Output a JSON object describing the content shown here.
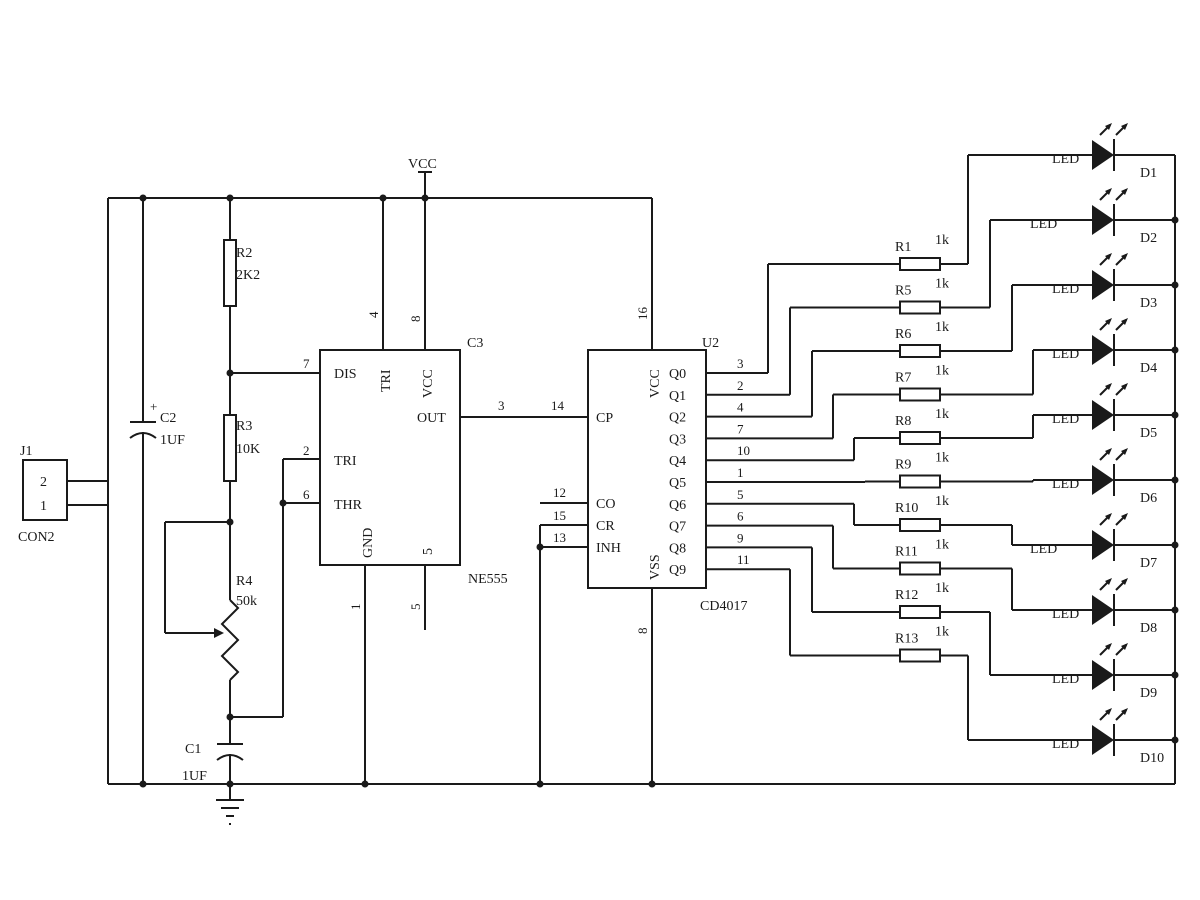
{
  "power": {
    "vcc": "VCC"
  },
  "j1": {
    "ref": "J1",
    "name": "CON2",
    "pins": [
      "2",
      "1"
    ]
  },
  "c2": {
    "ref": "C2",
    "value": "1UF",
    "polarity": "+"
  },
  "c1": {
    "ref": "C1",
    "value": "1UF"
  },
  "r2": {
    "ref": "R2",
    "value": "2K2"
  },
  "r3": {
    "ref": "R3",
    "value": "10K"
  },
  "r4": {
    "ref": "R4",
    "value": "50k"
  },
  "ne555": {
    "ref": "C3",
    "name": "NE555",
    "pins": {
      "dis": {
        "label": "DIS",
        "num": "7"
      },
      "tri_left": {
        "label": "TRI",
        "num": "2"
      },
      "thr": {
        "label": "THR",
        "num": "6"
      },
      "tri_top": {
        "label": "TRI",
        "num": "4"
      },
      "vcc": {
        "label": "VCC",
        "num": "8"
      },
      "out": {
        "label": "OUT",
        "num": "3"
      },
      "gnd": {
        "label": "GND",
        "num": "1"
      },
      "ctl": {
        "label": "5",
        "num": "5"
      }
    }
  },
  "cd4017": {
    "ref": "U2",
    "name": "CD4017",
    "pins": {
      "cp": {
        "label": "CP",
        "num": "14"
      },
      "co": {
        "label": "CO",
        "num": "12"
      },
      "cr": {
        "label": "CR",
        "num": "15"
      },
      "inh": {
        "label": "INH",
        "num": "13"
      },
      "vcc": {
        "label": "VCC",
        "num": "16"
      },
      "vss": {
        "label": "VSS",
        "num": "8"
      }
    },
    "outputs": [
      {
        "label": "Q0",
        "num": "3"
      },
      {
        "label": "Q1",
        "num": "2"
      },
      {
        "label": "Q2",
        "num": "4"
      },
      {
        "label": "Q3",
        "num": "7"
      },
      {
        "label": "Q4",
        "num": "10"
      },
      {
        "label": "Q5",
        "num": "1"
      },
      {
        "label": "Q6",
        "num": "5"
      },
      {
        "label": "Q7",
        "num": "6"
      },
      {
        "label": "Q8",
        "num": "9"
      },
      {
        "label": "Q9",
        "num": "11"
      }
    ]
  },
  "resistors": [
    {
      "ref": "R1",
      "value": "1k"
    },
    {
      "ref": "R5",
      "value": "1k"
    },
    {
      "ref": "R6",
      "value": "1k"
    },
    {
      "ref": "R7",
      "value": "1k"
    },
    {
      "ref": "R8",
      "value": "1k"
    },
    {
      "ref": "R9",
      "value": "1k"
    },
    {
      "ref": "R10",
      "value": "1k"
    },
    {
      "ref": "R11",
      "value": "1k"
    },
    {
      "ref": "R12",
      "value": "1k"
    },
    {
      "ref": "R13",
      "value": "1k"
    }
  ],
  "leds": [
    {
      "ref": "D1",
      "label": "LED"
    },
    {
      "ref": "D2",
      "label": "LED"
    },
    {
      "ref": "D3",
      "label": "LED"
    },
    {
      "ref": "D4",
      "label": "LED"
    },
    {
      "ref": "D5",
      "label": "LED"
    },
    {
      "ref": "D6",
      "label": "LED"
    },
    {
      "ref": "D7",
      "label": "LED"
    },
    {
      "ref": "D8",
      "label": "LED"
    },
    {
      "ref": "D9",
      "label": "LED"
    },
    {
      "ref": "D10",
      "label": "LED"
    }
  ]
}
